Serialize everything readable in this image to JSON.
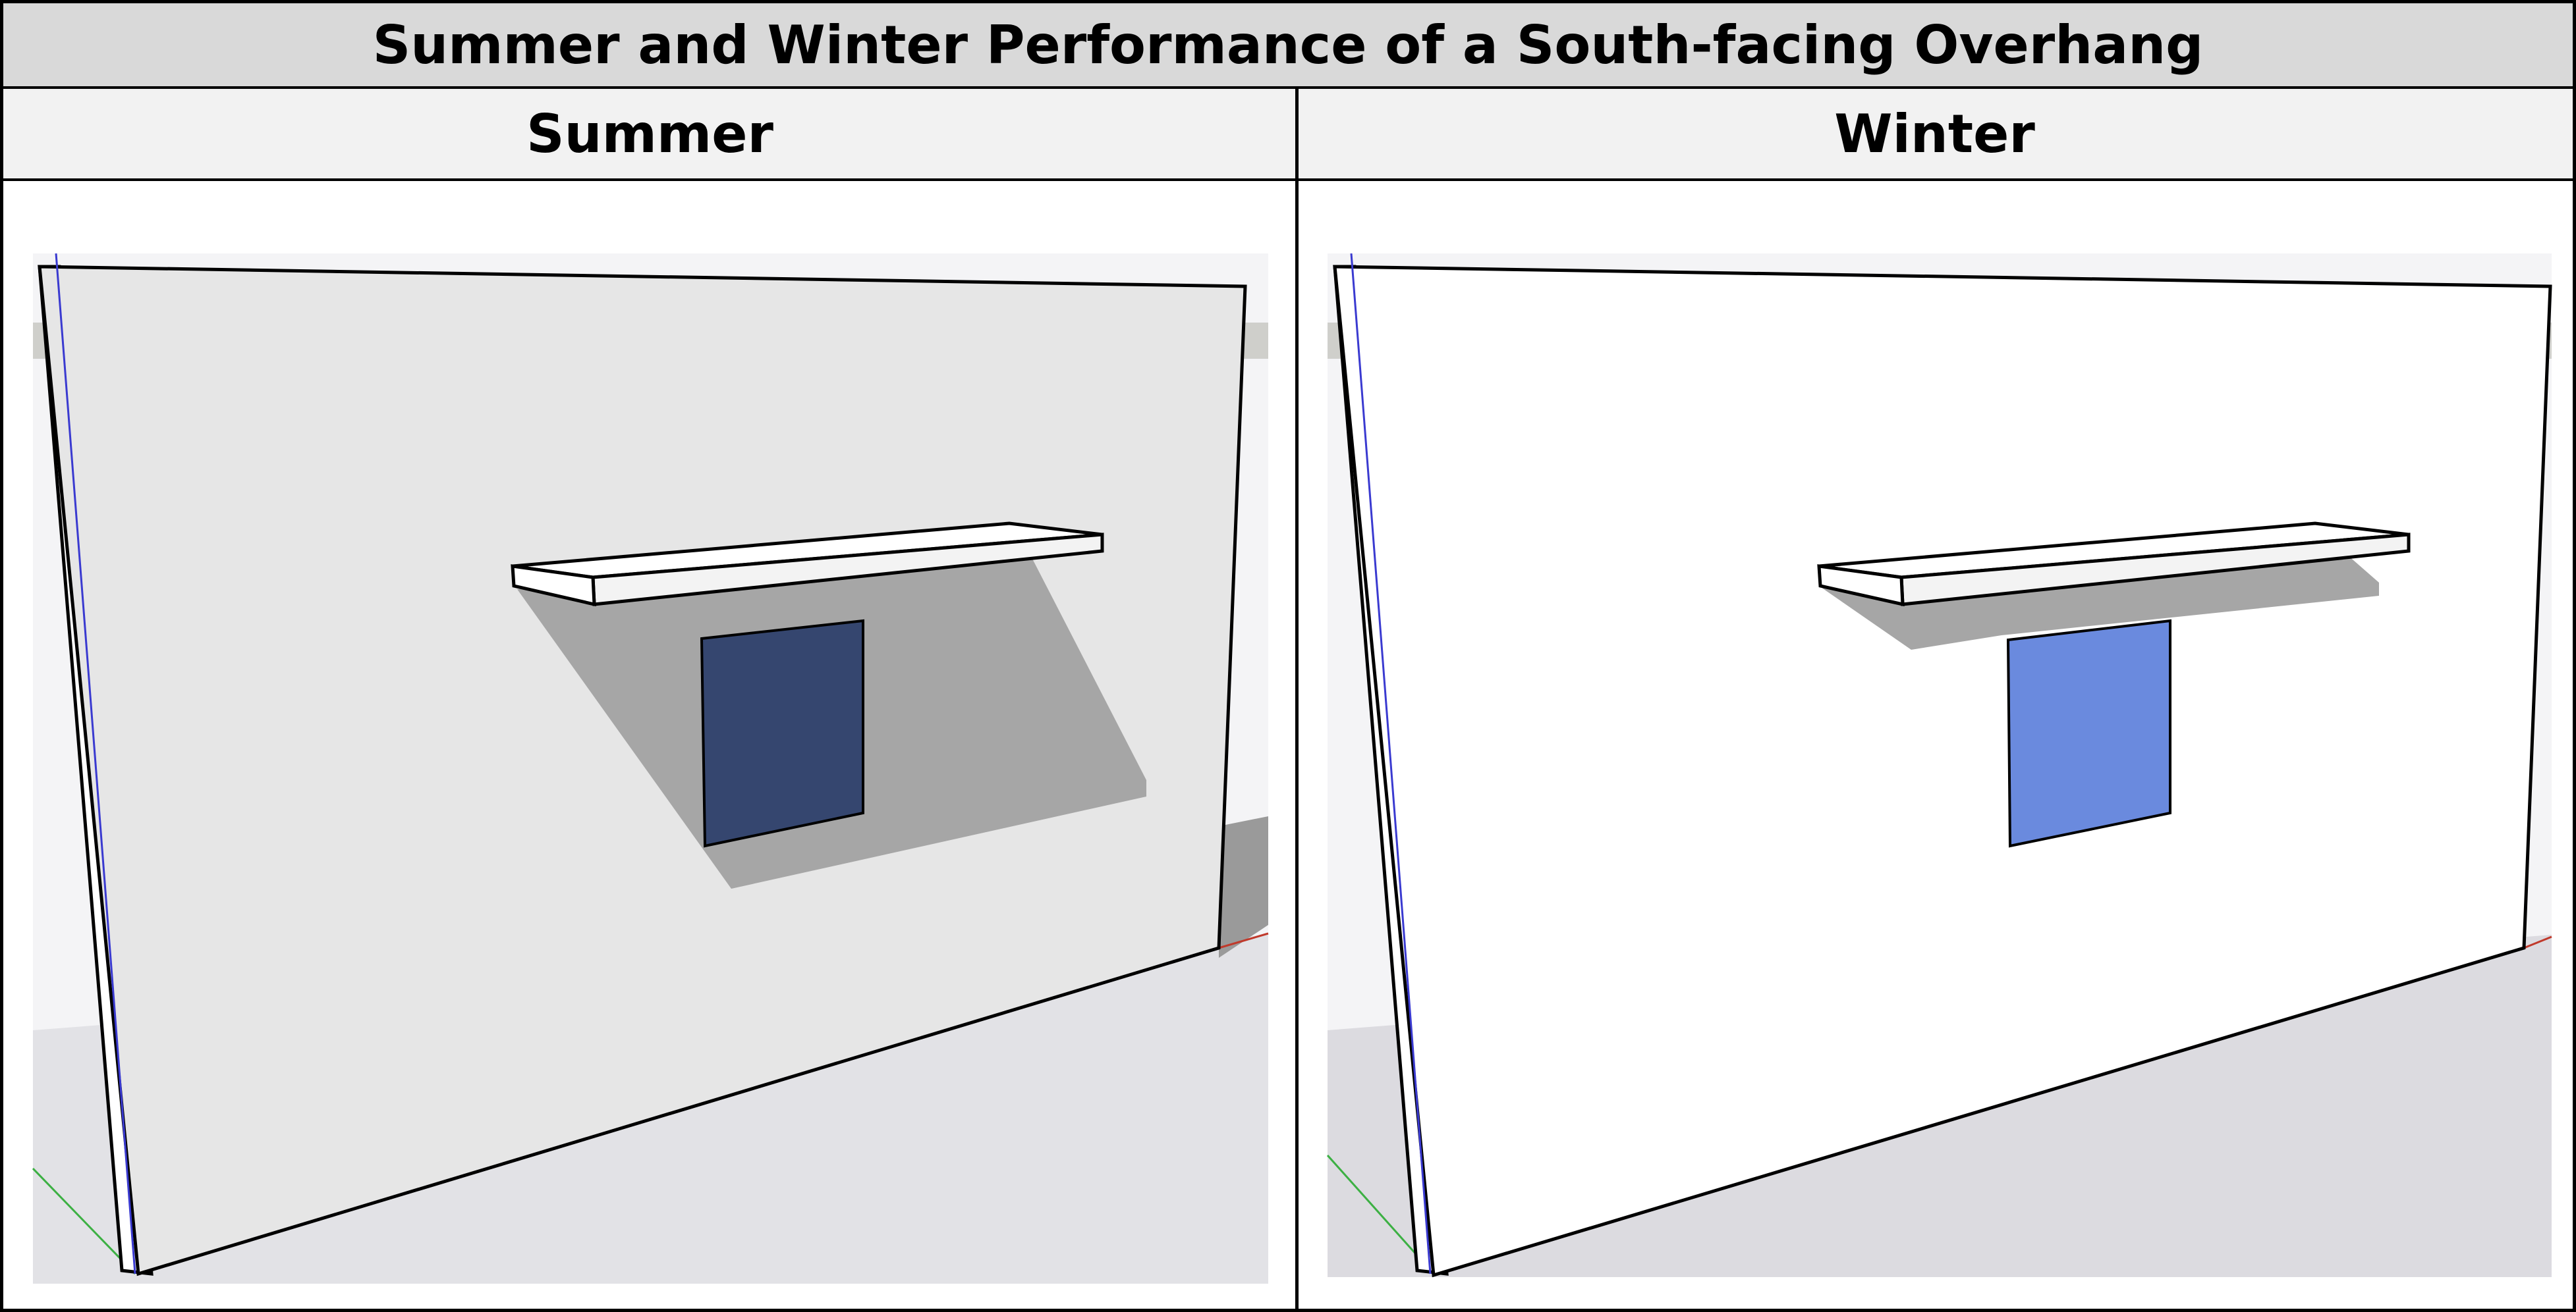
{
  "title": "Summer and Winter Performance of a South-facing Overhang",
  "columns": [
    {
      "label": "Summer",
      "wall_color": "#e6e6e6",
      "window_color": "#35466f"
    },
    {
      "label": "Winter",
      "wall_color": "#ffffff",
      "window_color": "#6a8ade"
    }
  ],
  "colors": {
    "shadow": "#a6a6a6",
    "ground": "#e2e2e6",
    "red_axis": "#c0392b",
    "green_axis": "#3cb043",
    "blue_axis": "#3a3ad0"
  }
}
